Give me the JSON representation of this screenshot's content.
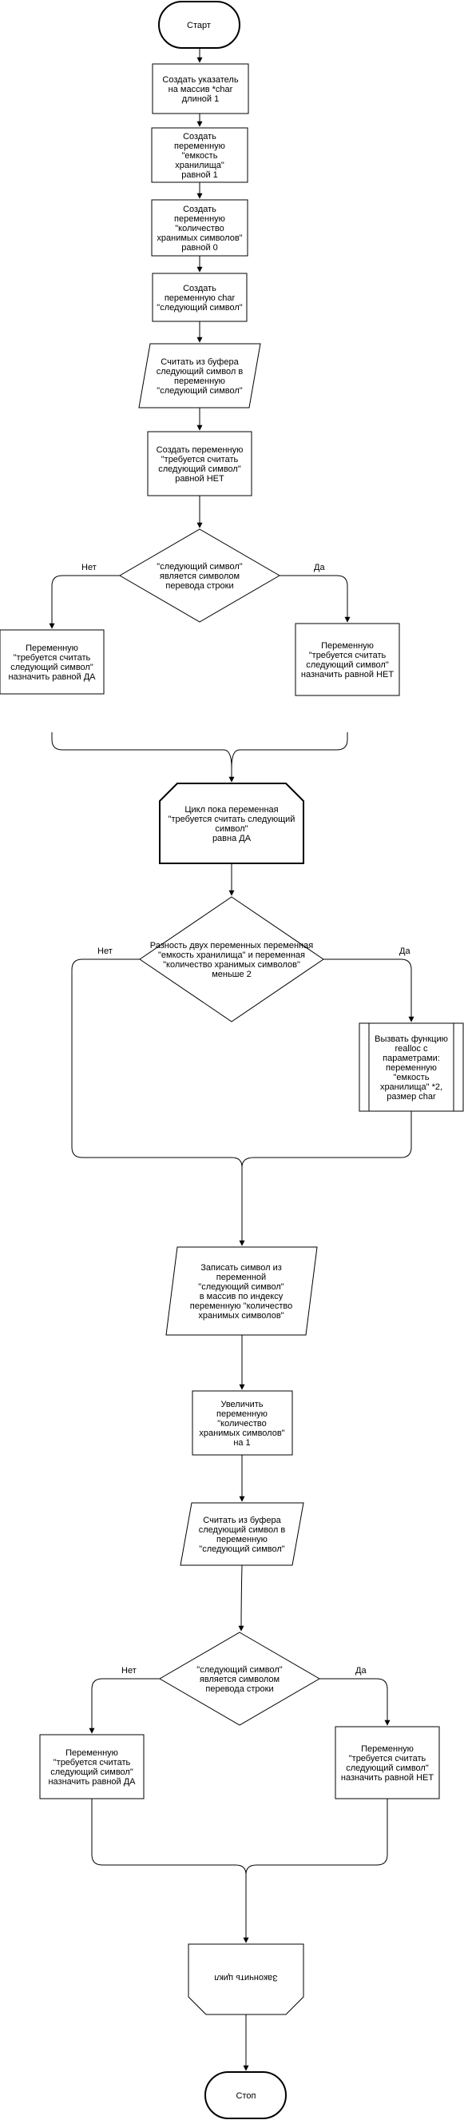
{
  "nodes": {
    "start": [
      "Старт"
    ],
    "create_pointer": [
      "Создать указатель",
      "на массив *char",
      "длиной 1"
    ],
    "create_capacity": [
      "Создать",
      "переменную",
      "\"емкость",
      "хранилища\"",
      "равной 1"
    ],
    "create_count": [
      "Создать",
      "переменную",
      "\"количество",
      "хранимых символов\"",
      "равной 0"
    ],
    "create_next_char": [
      "Создать",
      "переменную char",
      "\"следующий символ\""
    ],
    "read_first": [
      "Считать из буфера",
      "следующий символ в",
      "переменную",
      "\"следующий символ\""
    ],
    "create_flag": [
      "Создать переменную",
      "\"требуется считать",
      "следующий символ\"",
      "равной НЕТ"
    ],
    "decision1": [
      "\"следующий символ\"",
      "является символом",
      "перевода строки"
    ],
    "set_yes_1": [
      "Переменную",
      "\"требуется считать",
      "следующий символ\"",
      "назначить равной ДА"
    ],
    "set_no_1": [
      "Переменную",
      "\"требуется считать",
      "следующий символ\"",
      "назначить равной НЕТ"
    ],
    "loop_start": [
      "Цикл пока переменная",
      "\"требуется считать следующий",
      "символ\"",
      "равна ДА"
    ],
    "decision2": [
      "Разность двух переменных переменная",
      "\"емкость хранилища\" и переменная",
      "\"количество хранимых символов\"",
      "меньше 2"
    ],
    "realloc": [
      "Вызвать функцию",
      "realloc с",
      "параметрами:",
      "переменную",
      "\"емкость",
      "хранилища\" *2,",
      "размер char"
    ],
    "write_char": [
      "Записать символ из",
      "переменной",
      "\"следующий символ\"",
      "в массив по индексу",
      "переменную \"количество",
      "хранимых символов\""
    ],
    "increment": [
      "Увеличить",
      "переменную",
      "\"количество",
      "хранимых символов\"",
      "на 1"
    ],
    "read_next": [
      "Считать из буфера",
      "следующий символ в",
      "переменную",
      "\"следующий символ\""
    ],
    "decision3": [
      "\"следующий символ\"",
      "является символом",
      "перевода строки"
    ],
    "set_yes_2": [
      "Переменную",
      "\"требуется считать",
      "следующий символ\"",
      "назначить равной ДА"
    ],
    "set_no_2": [
      "Переменную",
      "\"требуется считать",
      "следующий символ\"",
      "назначить равной НЕТ"
    ],
    "loop_end": [
      "Закончить цикл"
    ],
    "stop": [
      "Стоп"
    ]
  },
  "branch_labels": {
    "d1_no": "Нет",
    "d1_yes": "Да",
    "d2_no": "Нет",
    "d2_yes": "Да",
    "d3_no": "Нет",
    "d3_yes": "Да"
  },
  "colors": {
    "stroke": "#000000",
    "fill": "#ffffff",
    "text": "#000000"
  }
}
